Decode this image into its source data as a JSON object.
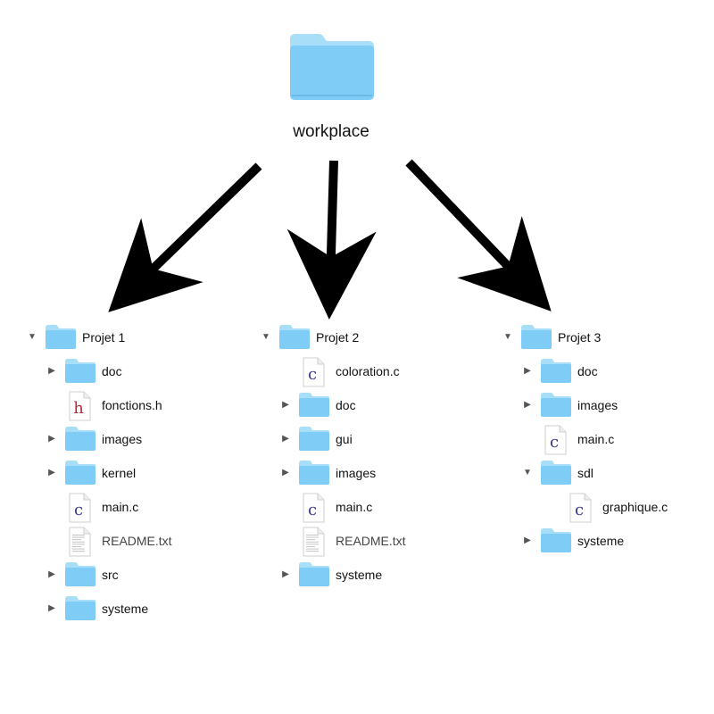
{
  "root": {
    "label": "workplace",
    "icon": "folder-icon"
  },
  "colors": {
    "folder_front": "#7fccf7",
    "folder_back": "#a9def9",
    "arrow": "#000000",
    "h_letter": "#b02a3c",
    "c_letter": "#3a3a8c"
  },
  "projects": [
    {
      "name": "Projet 1",
      "items": [
        {
          "label": "doc",
          "type": "folder",
          "expandable": true
        },
        {
          "label": "fonctions.h",
          "type": "h-file",
          "expandable": false
        },
        {
          "label": "images",
          "type": "folder",
          "expandable": true
        },
        {
          "label": "kernel",
          "type": "folder",
          "expandable": true
        },
        {
          "label": "main.c",
          "type": "c-file",
          "expandable": false
        },
        {
          "label": "README.txt",
          "type": "txt-file",
          "expandable": false
        },
        {
          "label": "src",
          "type": "folder",
          "expandable": true
        },
        {
          "label": "systeme",
          "type": "folder",
          "expandable": true
        }
      ]
    },
    {
      "name": "Projet 2",
      "items": [
        {
          "label": "coloration.c",
          "type": "c-file",
          "expandable": false
        },
        {
          "label": "doc",
          "type": "folder",
          "expandable": true
        },
        {
          "label": "gui",
          "type": "folder",
          "expandable": true
        },
        {
          "label": "images",
          "type": "folder",
          "expandable": true
        },
        {
          "label": "main.c",
          "type": "c-file",
          "expandable": false
        },
        {
          "label": "README.txt",
          "type": "txt-file",
          "expandable": false
        },
        {
          "label": "systeme",
          "type": "folder",
          "expandable": true
        }
      ]
    },
    {
      "name": "Projet 3",
      "items": [
        {
          "label": "doc",
          "type": "folder",
          "expandable": true
        },
        {
          "label": "images",
          "type": "folder",
          "expandable": true
        },
        {
          "label": "main.c",
          "type": "c-file",
          "expandable": false
        },
        {
          "label": "sdl",
          "type": "folder",
          "expandable": true,
          "expanded": true
        },
        {
          "label": "graphique.c",
          "type": "c-file",
          "expandable": false,
          "nested": true
        },
        {
          "label": "systeme",
          "type": "folder",
          "expandable": true
        }
      ]
    }
  ]
}
